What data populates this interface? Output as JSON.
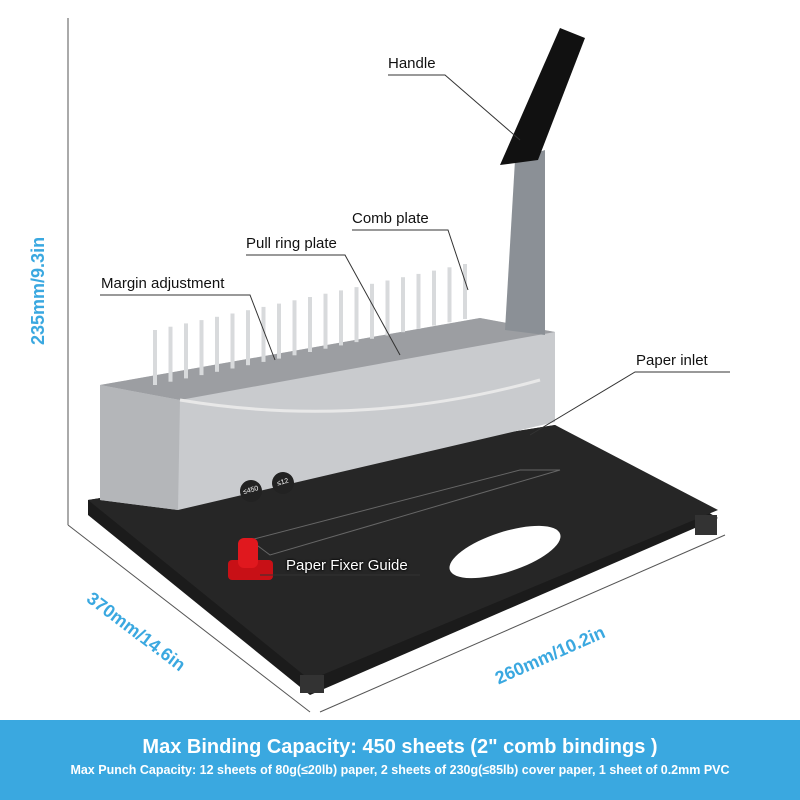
{
  "labels": {
    "handle": "Handle",
    "comb_plate": "Comb plate",
    "pull_ring_plate": "Pull ring plate",
    "margin_adjustment": "Margin adjustment",
    "paper_inlet": "Paper inlet",
    "paper_fixer_guide": "Paper Fixer Guide"
  },
  "dimensions": {
    "height": "235mm/9.3in",
    "depth": "370mm/14.6in",
    "width": "260mm/10.2in"
  },
  "badges": [
    "≤450",
    "≤12"
  ],
  "banner": {
    "title": "Max Binding Capacity: 450 sheets (2\" comb bindings )",
    "subtitle": "Max Punch Capacity: 12 sheets of 80g(≤20lb) paper, 2 sheets of 230g(≤85lb) cover paper, 1 sheet of 0.2mm PVC"
  },
  "colors": {
    "accent": "#3aa8e0",
    "knob": "#e0181e",
    "base": "#1a1a1a",
    "body": "#c9cbce"
  }
}
